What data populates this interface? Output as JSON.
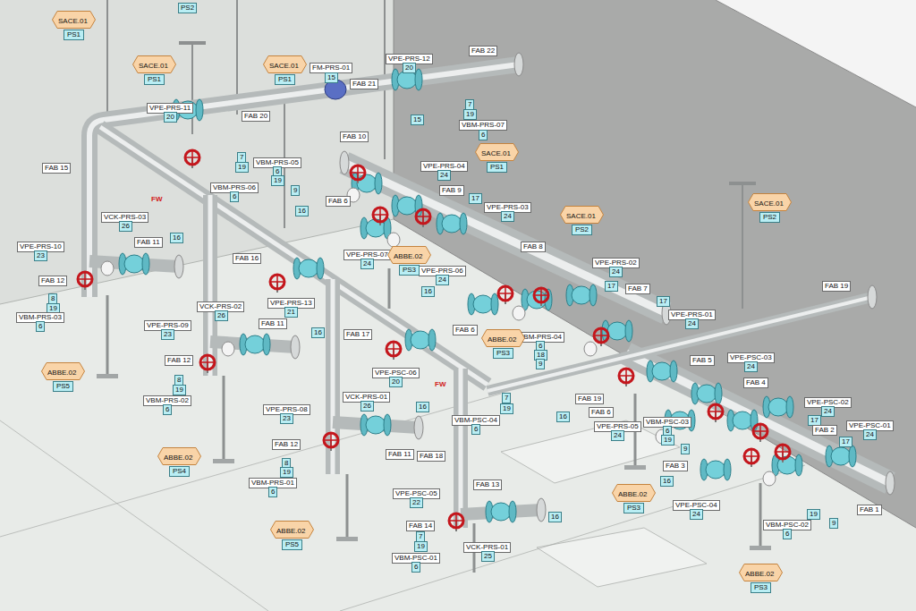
{
  "diagram": {
    "nodes": [
      {
        "text": [
          "SACE.01",
          "PS1"
        ]
      },
      {
        "text": [
          "SACE.01",
          "PS1"
        ]
      },
      {
        "text": [
          "SACE.01",
          "PS1"
        ]
      },
      {
        "text": [
          "SACE.01",
          "PS1"
        ]
      },
      {
        "text": [
          "SACE.01",
          "PS2"
        ]
      },
      {
        "text": [
          "SACE.01",
          "PS2"
        ]
      },
      {
        "text": [
          "ABBE.02",
          "PS3"
        ]
      },
      {
        "text": [
          "ABBE.02",
          "PS3"
        ]
      },
      {
        "text": [
          "ABBE.02",
          "PS5"
        ]
      },
      {
        "text": [
          "ABBE.02",
          "PS4"
        ]
      },
      {
        "text": [
          "ABBE.02",
          "PS3"
        ]
      },
      {
        "text": [
          "ABBE.02",
          "PS5"
        ]
      },
      {
        "text": [
          "ABBE.02",
          "PS3"
        ]
      }
    ],
    "labels": [
      "PS2",
      "FM-PRS-01",
      "15",
      "VPE-PRS-12",
      "20",
      "FAB 22",
      "FAB 21",
      "15",
      "7",
      "19",
      "VBM-PRS-07",
      "6",
      "VPE-PRS-11",
      "20",
      "FAB 20",
      "7",
      "19",
      "VBM-PRS-05",
      "6",
      "19",
      "9",
      "VBM-PRS-06",
      "6",
      "FAB 10",
      "VPE-PRS-04",
      "24",
      "FAB 15",
      "FW",
      "FAB 9",
      "17",
      "FAB 6",
      "16",
      "VPE-PRS-03",
      "24",
      "VCK-PRS-03",
      "26",
      "FAB 11",
      "16",
      "VPE-PRS-10",
      "23",
      "FAB 16",
      "FAB 8",
      "VPE-PRS-07",
      "24",
      "VPE-PRS-06",
      "24",
      "VPE-PRS-02",
      "24",
      "FAB 12",
      "8",
      "19",
      "VBM-PRS-03",
      "6",
      "VPE-PRS-13",
      "21",
      "VCK-PRS-02",
      "26",
      "FAB 11",
      "16",
      "17",
      "FAB 7",
      "17",
      "FAB 19",
      "VPE-PRS-01",
      "24",
      "FAB 6",
      "VPE-PRS-09",
      "23",
      "FAB 17",
      "16",
      "VBM-PRS-04",
      "6",
      "18",
      "9",
      "FAB 12",
      "8",
      "19",
      "VBM-PRS-02",
      "6",
      "VPE-PSC-06",
      "20",
      "FW",
      "7",
      "19",
      "FAB 5",
      "VPE-PSC-03",
      "24",
      "FAB 4",
      "FAB 19",
      "FAB 6",
      "16",
      "VPE-PSC-02",
      "24",
      "VCK-PRS-01",
      "26",
      "16",
      "VPE-PRS-08",
      "23",
      "VBM-PSC-04",
      "6",
      "VPE-PRS-05",
      "24",
      "VBM-PSC-03",
      "6",
      "19",
      "9",
      "17",
      "FAB 2",
      "17",
      "VPE-PSC-01",
      "24",
      "FAB 12",
      "8",
      "19",
      "VBM-PRS-01",
      "6",
      "FAB 11",
      "FAB 18",
      "FAB 3",
      "16",
      "VPE-PSC-05",
      "22",
      "FAB 13",
      "16",
      "VPE-PSC-04",
      "24",
      "FAB 1",
      "19",
      "9",
      "VBM-PSC-02",
      "6",
      "FAB 14",
      "7",
      "19",
      "VBM-PSC-01",
      "6",
      "VCK-PRS-01",
      "25"
    ]
  }
}
